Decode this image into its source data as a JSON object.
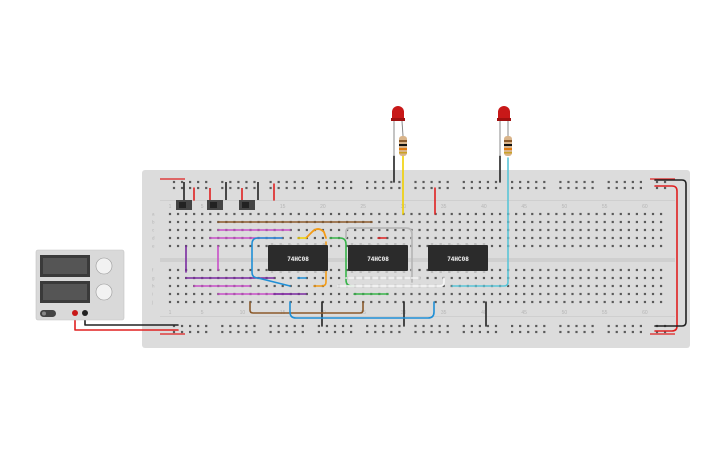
{
  "chips": [
    {
      "id": "u1",
      "label": "74HC08"
    },
    {
      "id": "u2",
      "label": "74HC08"
    },
    {
      "id": "u3",
      "label": "74HC08"
    }
  ],
  "breadboard": {
    "column_labels": [
      "1",
      "5",
      "10",
      "15",
      "20",
      "25",
      "30",
      "35",
      "40",
      "45",
      "50",
      "55",
      "60"
    ],
    "row_labels_top": [
      "a",
      "b",
      "c",
      "d",
      "e"
    ],
    "row_labels_bottom": [
      "f",
      "g",
      "h",
      "i",
      "j"
    ]
  },
  "switches": [
    {
      "id": "sw1"
    },
    {
      "id": "sw2"
    },
    {
      "id": "sw3"
    }
  ],
  "leds": [
    {
      "id": "led1",
      "color": "#d92020"
    },
    {
      "id": "led2",
      "color": "#d92020"
    }
  ],
  "power_supply": {
    "display_color": "#3a3a3a",
    "body_color": "#d9d9d9"
  },
  "colors": {
    "board": "#dcdcdc",
    "rail_red": "#e02020",
    "rail_black": "#222222",
    "wire_brown": "#8b5a2b",
    "wire_magenta": "#c84fc8",
    "wire_purple": "#7a2aa0",
    "wire_blue": "#1f8fd6",
    "wire_orange": "#f39b16",
    "wire_yellow": "#f0d000",
    "wire_green": "#38b54a",
    "wire_gray": "#b8b8b8",
    "wire_white": "#f4f4f4",
    "wire_cyan": "#5bc5d8"
  }
}
